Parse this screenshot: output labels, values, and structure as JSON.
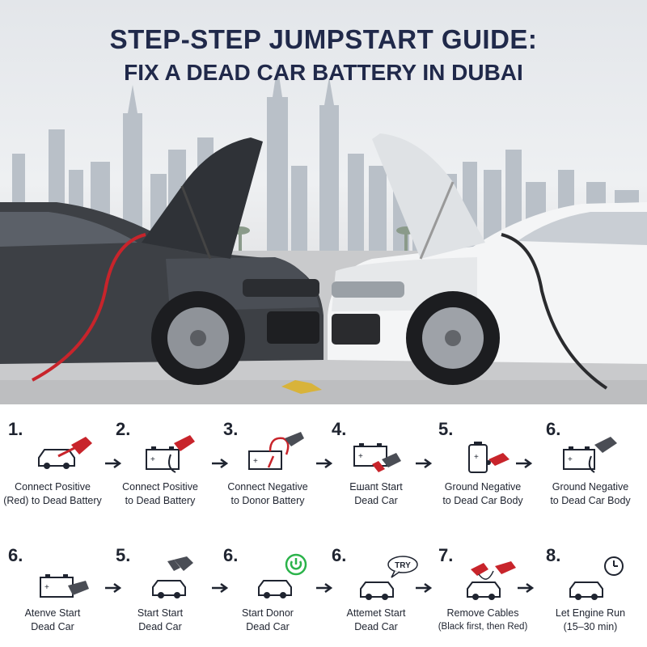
{
  "title": {
    "line1": "STEP-STEP JUMPSTART GUIDE:",
    "line2": "FIX A DEAD CAR BATTERY IN DUBAI"
  },
  "colors": {
    "title": "#20294a",
    "cable_red": "#c8242b",
    "accent_green": "#2bb34a",
    "text": "#1f2430"
  },
  "steps_row1": [
    {
      "number": "1.",
      "caption1": "Connect Positive",
      "caption2": "(Red) to Dead Battery",
      "icon": "car-red-clamp-icon"
    },
    {
      "number": "2.",
      "caption1": "Connect Positive",
      "caption2": "to Dead Battery",
      "icon": "battery-red-clamp-icon"
    },
    {
      "number": "3.",
      "caption1": "Connect Negative",
      "caption2": "to Donor Battery",
      "icon": "battery-negative-clamp-icon"
    },
    {
      "number": "4.",
      "caption1": "Ешапt Start",
      "caption2": "Dead Car",
      "icon": "battery-hand-icon"
    },
    {
      "number": "5.",
      "caption1": "Ground Negative",
      "caption2": "to Dead Car Body",
      "icon": "battery-ground-icon"
    },
    {
      "number": "6.",
      "caption1": "Ground Negative",
      "caption2": "to Dead Car Body",
      "icon": "battery-hand-clamp-icon"
    }
  ],
  "steps_row2": [
    {
      "number": "6.",
      "caption1": "Atenve Start",
      "caption2": "Dead Car",
      "icon": "battery-hand-icon"
    },
    {
      "number": "5.",
      "caption1": "Start Start",
      "caption2": "Dead Car",
      "icon": "car-hand-icon"
    },
    {
      "number": "6.",
      "caption1": "Start Donor",
      "caption2": "Dead Car",
      "icon": "car-power-button-icon"
    },
    {
      "number": "6.",
      "caption1": "Attemet Start",
      "caption2": "Dead Car",
      "icon": "car-try-bubble-icon",
      "badge": "TRY"
    },
    {
      "number": "7.",
      "caption1": "Remove Cables",
      "caption2": "(Black first, then Red)",
      "icon": "car-remove-clamps-icon"
    },
    {
      "number": "8.",
      "caption1": "Let Engine Run",
      "caption2": "(15–30 min)",
      "icon": "car-clock-icon"
    }
  ]
}
